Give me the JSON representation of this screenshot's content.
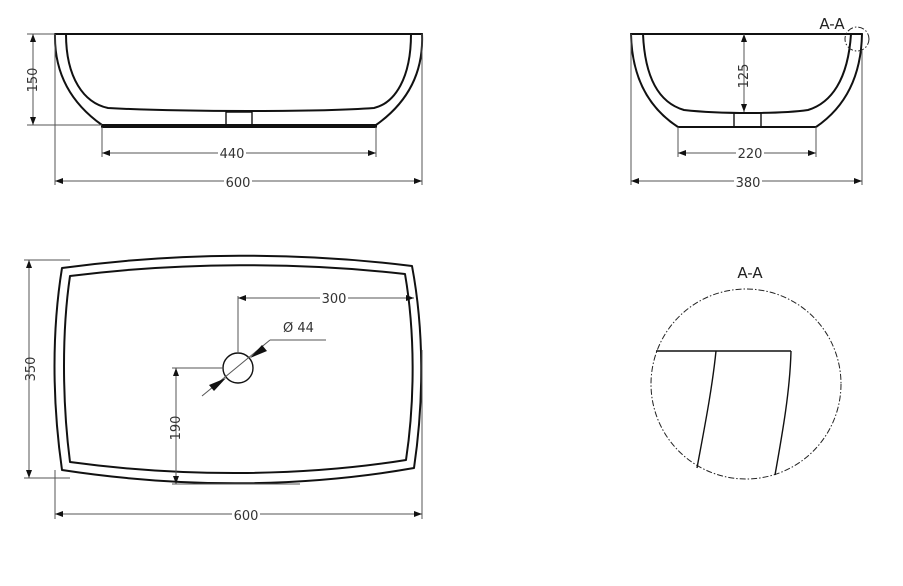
{
  "dimensions": {
    "front_height": "150",
    "front_base_width": "440",
    "front_total_width": "600",
    "side_depth": "125",
    "side_base_width": "220",
    "side_total_width": "380",
    "top_offset_x": "300",
    "drain_diameter": "Ø 44",
    "top_height": "350",
    "top_offset_y": "190",
    "top_total_width": "600"
  },
  "labels": {
    "section_marker": "A-A",
    "detail_title": "A-A"
  }
}
